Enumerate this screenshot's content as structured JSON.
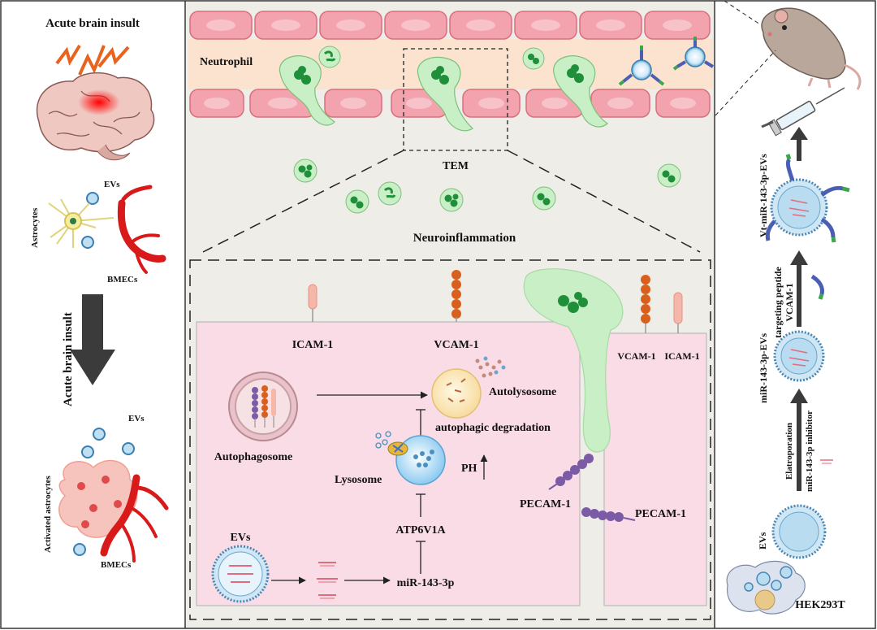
{
  "left_panel": {
    "title": "Acute brain insult",
    "evs_top": "EVs",
    "astrocytes": "Astrocytes",
    "bmecs_top": "BMECs",
    "arrow_label": "Acute brain insult",
    "evs_bottom": "EVs",
    "activated_astrocytes": "Activated astrocytes",
    "bmecs_bottom": "BMECs"
  },
  "center_panel": {
    "neutrophil": "Neutrophil",
    "tem": "TEM",
    "neuroinflammation": "Neuroinflammation",
    "icam1": "ICAM-1",
    "vcam1": "VCAM-1",
    "vcam1_right": "VCAM-1",
    "icam1_right": "ICAM-1",
    "autolysosome": "Autolysosome",
    "autophagic_degradation": "autophagic degradation",
    "autophagosome": "Autophagosome",
    "lysosome": "Lysosome",
    "ph": "PH",
    "pecam1_left": "PECAM-1",
    "pecam1_right": "PECAM-1",
    "atp6v1a": "ATP6V1A",
    "evs": "EVs",
    "mir": "miR-143-3p"
  },
  "right_panel": {
    "vt_evs": "Vt-miR-143-3p-EVs",
    "vcam_peptide_1": "VCAM-1",
    "vcam_peptide_2": "targeting peptide",
    "mir_evs": "miR-143-3p-EVs",
    "electroporation": "Elatroporation",
    "inhibitor": "miR-143-3p inhibitor",
    "evs": "EVs",
    "hek": "HEK293T"
  },
  "colors": {
    "vessel_cell": "#f3a3ad",
    "vessel_lumen": "#fbe3cf",
    "neutrophil": "#c9efc6",
    "neutrophil_nucleus": "#1f8f3a",
    "cell_body": "#f9dce6",
    "vcam": "#d95f1c",
    "icam": "#f4b7aa",
    "pecam": "#7b5aa6",
    "brain": "#f0c8c2",
    "vessel_red": "#d91a1a",
    "dark_arrow": "#3b3b3b"
  }
}
